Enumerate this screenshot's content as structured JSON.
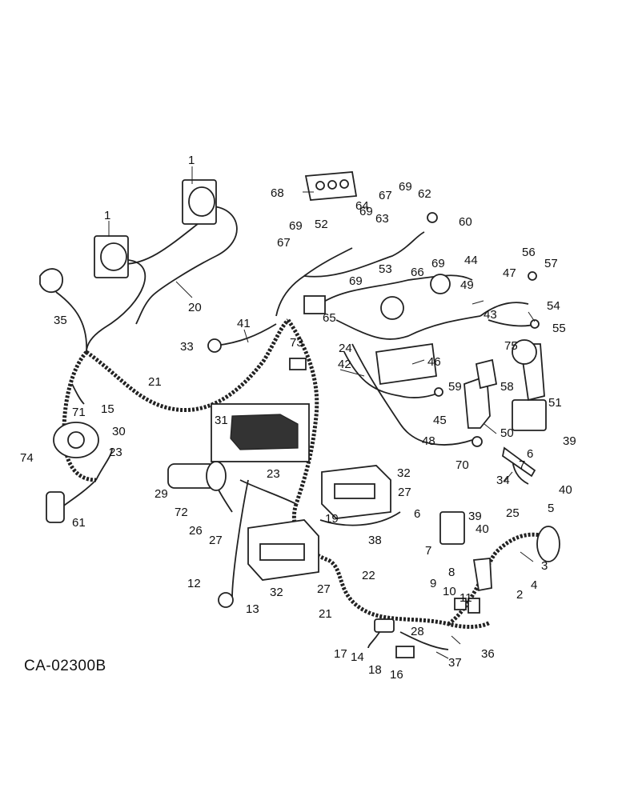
{
  "drawing_id": "CA-02300B",
  "callouts": {
    "c1a": "1",
    "c1b": "1",
    "c2": "2",
    "c3": "3",
    "c4": "4",
    "c5": "5",
    "c6a": "6",
    "c6b": "6",
    "c7a": "7",
    "c7b": "7",
    "c8": "8",
    "c9": "9",
    "c10": "10",
    "c11": "11",
    "c12": "12",
    "c13": "13",
    "c14": "14",
    "c15": "15",
    "c16": "16",
    "c17": "17",
    "c18": "18",
    "c19": "19",
    "c20": "20",
    "c21a": "21",
    "c21b": "21",
    "c22": "22",
    "c23a": "23",
    "c23b": "23",
    "c24": "24",
    "c25": "25",
    "c26": "26",
    "c27a": "27",
    "c27b": "27",
    "c27c": "27",
    "c28": "28",
    "c29": "29",
    "c30": "30",
    "c31": "31",
    "c32a": "32",
    "c32b": "32",
    "c33": "33",
    "c34": "34",
    "c35": "35",
    "c36": "36",
    "c37": "37",
    "c38": "38",
    "c39a": "39",
    "c39b": "39",
    "c40a": "40",
    "c40b": "40",
    "c41": "41",
    "c42": "42",
    "c43": "43",
    "c44": "44",
    "c45": "45",
    "c46": "46",
    "c47": "47",
    "c48": "48",
    "c49": "49",
    "c50": "50",
    "c51": "51",
    "c52": "52",
    "c53": "53",
    "c54": "54",
    "c55": "55",
    "c56": "56",
    "c57": "57",
    "c58": "58",
    "c59": "59",
    "c60": "60",
    "c61": "61",
    "c62": "62",
    "c63": "63",
    "c64": "64",
    "c65": "65",
    "c66": "66",
    "c67a": "67",
    "c67b": "67",
    "c68": "68",
    "c69a": "69",
    "c69b": "69",
    "c69c": "69",
    "c69d": "69",
    "c69e": "69",
    "c70": "70",
    "c71": "71",
    "c72": "72",
    "c73": "73",
    "c74": "74",
    "c75": "75"
  }
}
